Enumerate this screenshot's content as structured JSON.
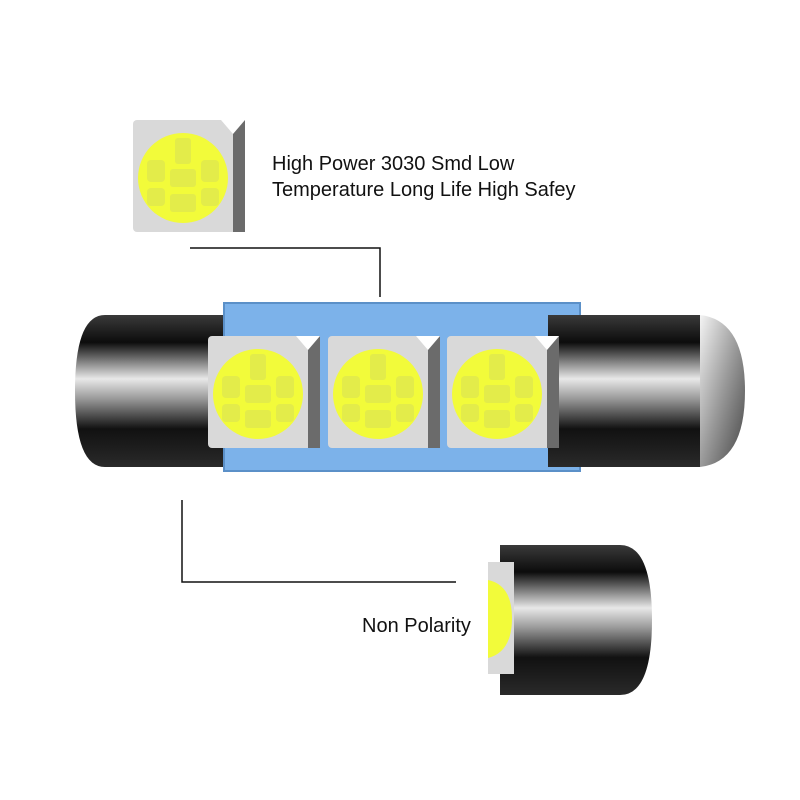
{
  "feature_top": {
    "line1": "High Power 3030 Smd Low",
    "line2": "Temperature Long Life High Safey"
  },
  "feature_bottom": {
    "text": "Non Polarity"
  },
  "colors": {
    "led_yellow": "#f2fb3a",
    "pcb_blue": "#7cb2ea",
    "chip_grey": "#d9d9d9",
    "cap_dark": "#1a1a1a"
  }
}
